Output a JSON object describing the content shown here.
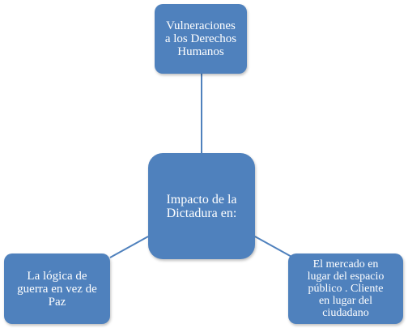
{
  "diagram": {
    "colors": {
      "node_fill": "#4f81bd",
      "connector": "#4f81bd",
      "text": "#ffffff"
    },
    "center": {
      "label": "Impacto de la\nDictadura en:"
    },
    "top": {
      "label": "Vulneraciones\na los Derechos\nHumanos"
    },
    "left": {
      "label": "La lógica de\nguerra en vez  de\nPaz"
    },
    "right": {
      "label": "El mercado en\nlugar del espacio\npúblico . Cliente\nen lugar del\nciudadano"
    }
  }
}
